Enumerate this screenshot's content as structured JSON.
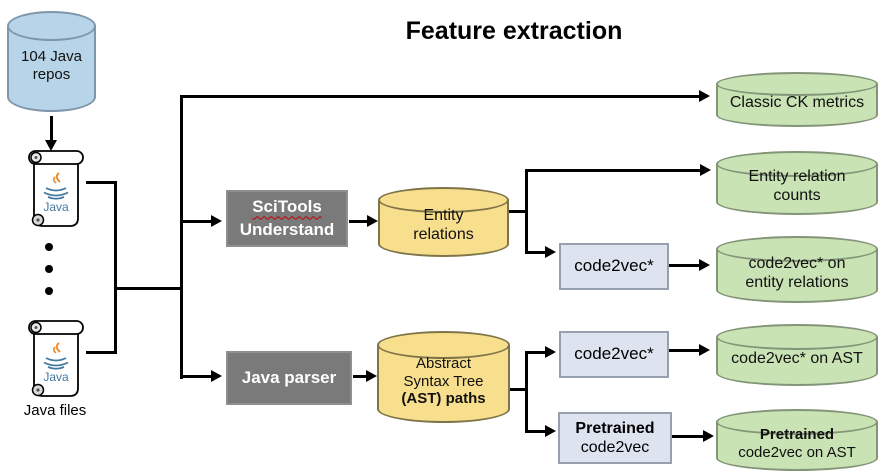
{
  "title": "Feature extraction",
  "left_column": {
    "repos": {
      "line1": "104 Java",
      "line2": "repos"
    },
    "java_files_label": "Java files",
    "java_logo_text": "Java"
  },
  "processors": {
    "scitools": {
      "line1": "SciTools",
      "line2": "Understand"
    },
    "java_parser": {
      "label": "Java parser"
    }
  },
  "intermediate": {
    "entity_relations": {
      "line1": "Entity",
      "line2": "relations"
    },
    "ast_paths": {
      "line1": "Abstract",
      "line2": "Syntax Tree",
      "line3": "(AST) paths"
    }
  },
  "embedders": {
    "code2vec_er": {
      "label": "code2vec*"
    },
    "code2vec_ast": {
      "label": "code2vec*"
    },
    "pretrained_code2vec": {
      "line1": "Pretrained",
      "line2": "code2vec"
    }
  },
  "outputs": {
    "classic_ck": {
      "label": "Classic CK metrics"
    },
    "entity_relation_counts": {
      "line1": "Entity relation",
      "line2": "counts"
    },
    "code2vec_on_entity_relations": {
      "line1": "code2vec* on",
      "line2": "entity relations"
    },
    "code2vec_on_ast": {
      "label": "code2vec* on AST"
    },
    "pretrained_code2vec_on_ast": {
      "line1": "Pretrained",
      "line2": "code2vec on AST"
    }
  },
  "colors": {
    "source_fill": "#b8d4e9",
    "source_stroke": "#7e95aa",
    "intermediate_fill": "#f8df8e",
    "intermediate_stroke": "#7e7448",
    "output_fill": "#c9e3b4",
    "output_stroke": "#839478",
    "processor_fill": "#7a7a7a",
    "embedder_fill": "#dde4f0",
    "embedder_stroke": "#98a0b0",
    "connector": "#000000",
    "spellcheck_underline": "#c00000",
    "java_flame": "#ec8b2f",
    "java_blue": "#4479a1"
  }
}
